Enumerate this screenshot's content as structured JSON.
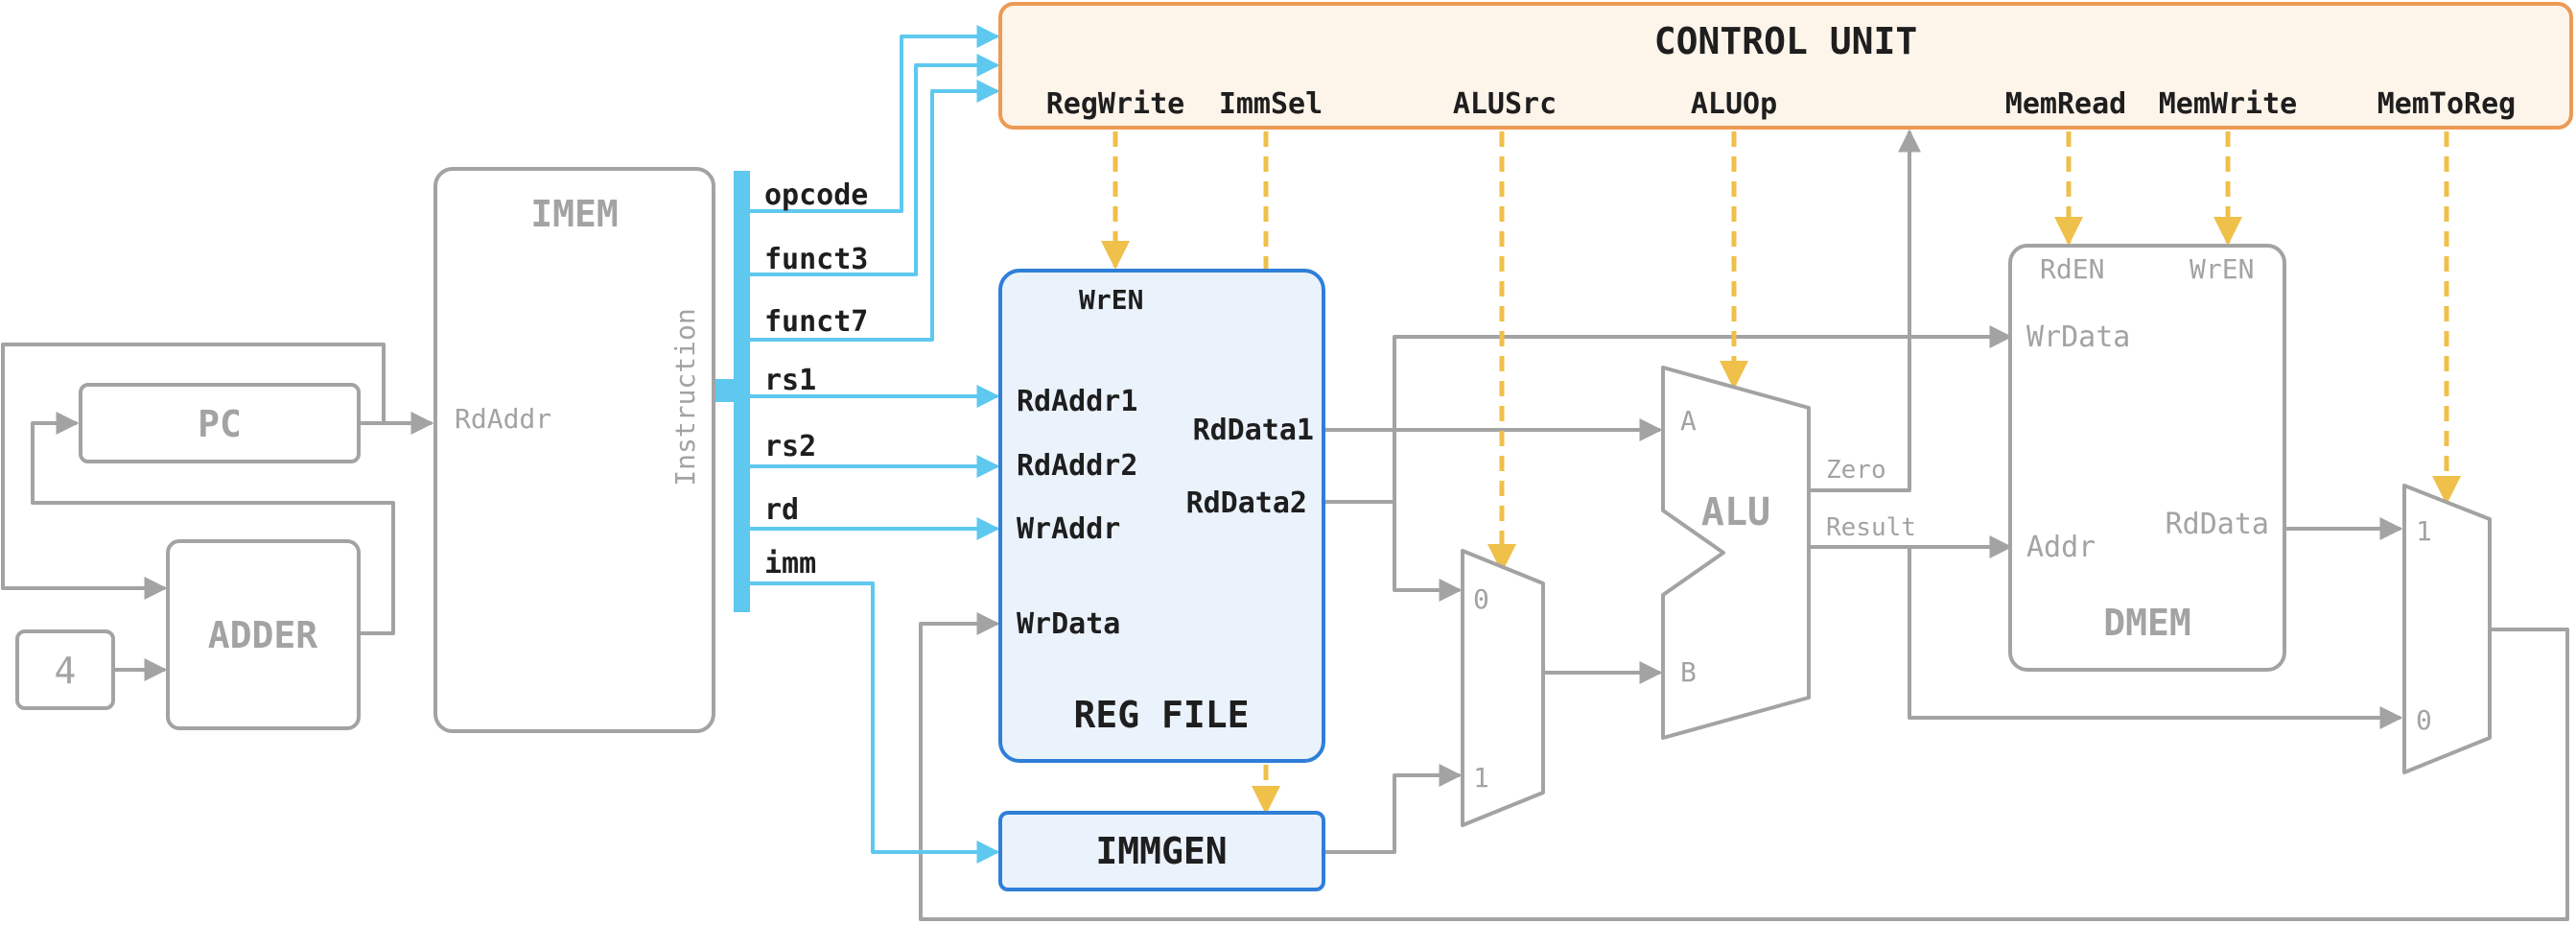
{
  "blocks": {
    "control_unit": "CONTROL UNIT",
    "imem": "IMEM",
    "pc": "PC",
    "adder": "ADDER",
    "const_four": "4",
    "reg_file": "REG FILE",
    "immgen": "IMMGEN",
    "alu": "ALU",
    "dmem": "DMEM"
  },
  "control_signals": {
    "regwrite": "RegWrite",
    "immsel": "ImmSel",
    "alusrc": "ALUSrc",
    "aluop": "ALUOp",
    "memread": "MemRead",
    "memwrite": "MemWrite",
    "memtoreg": "MemToReg"
  },
  "imem_ports": {
    "rdaddr": "RdAddr",
    "instruction": "Instruction"
  },
  "instruction_fields": {
    "opcode": "opcode",
    "funct3": "funct3",
    "funct7": "funct7",
    "rs1": "rs1",
    "rs2": "rs2",
    "rd": "rd",
    "imm": "imm"
  },
  "regfile_ports": {
    "wren": "WrEN",
    "rdaddr1": "RdAddr1",
    "rdaddr2": "RdAddr2",
    "wraddr": "WrAddr",
    "wrdata": "WrData",
    "rddata1": "RdData1",
    "rddata2": "RdData2"
  },
  "alu_ports": {
    "a": "A",
    "b": "B",
    "zero": "Zero",
    "result": "Result"
  },
  "alusrc_mux": {
    "in0": "0",
    "in1": "1"
  },
  "dmem_ports": {
    "rden": "RdEN",
    "wren": "WrEN",
    "wrdata": "WrData",
    "addr": "Addr",
    "rddata": "RdData"
  },
  "memtoreg_mux": {
    "in1": "1",
    "in0": "0"
  },
  "colors": {
    "gray_wire": "#a3a3a3",
    "cyan_wire": "#5ec8ef",
    "control_wire": "#efc04a",
    "control_fill": "#fdf4ea",
    "control_stroke": "#ec9a54",
    "blue_fill": "#eaf2fc",
    "blue_stroke": "#2f7fd8"
  }
}
